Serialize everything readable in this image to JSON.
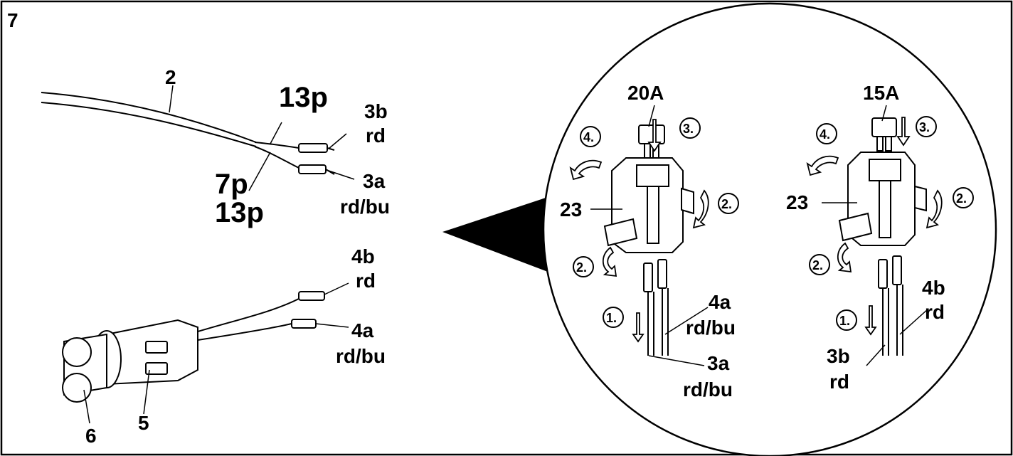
{
  "figure": {
    "number": "7",
    "labels": {
      "cable": "2",
      "pin13_top": "13p",
      "pin7": "7p",
      "pin13_bottom": "13p",
      "wire_3b": "3b",
      "wire_3b_color": "rd",
      "wire_3a": "3a",
      "wire_3a_color": "rd/bu",
      "wire_4b": "4b",
      "wire_4b_color": "rd",
      "wire_4a": "4a",
      "wire_4a_color": "rd/bu",
      "connector_body": "5",
      "connector_plug": "6"
    },
    "detail": {
      "left": {
        "fuse_rating": "20A",
        "holder": "23",
        "wire_top": "4a",
        "wire_top_color": "rd/bu",
        "wire_bottom": "3a",
        "wire_bottom_color": "rd/bu",
        "steps": [
          "1.",
          "2.",
          "2.",
          "3.",
          "4."
        ]
      },
      "right": {
        "fuse_rating": "15A",
        "holder": "23",
        "wire_top": "4b",
        "wire_top_color": "rd",
        "wire_bottom": "3b",
        "wire_bottom_color": "rd",
        "steps": [
          "1.",
          "2.",
          "2.",
          "3.",
          "4."
        ]
      }
    }
  }
}
